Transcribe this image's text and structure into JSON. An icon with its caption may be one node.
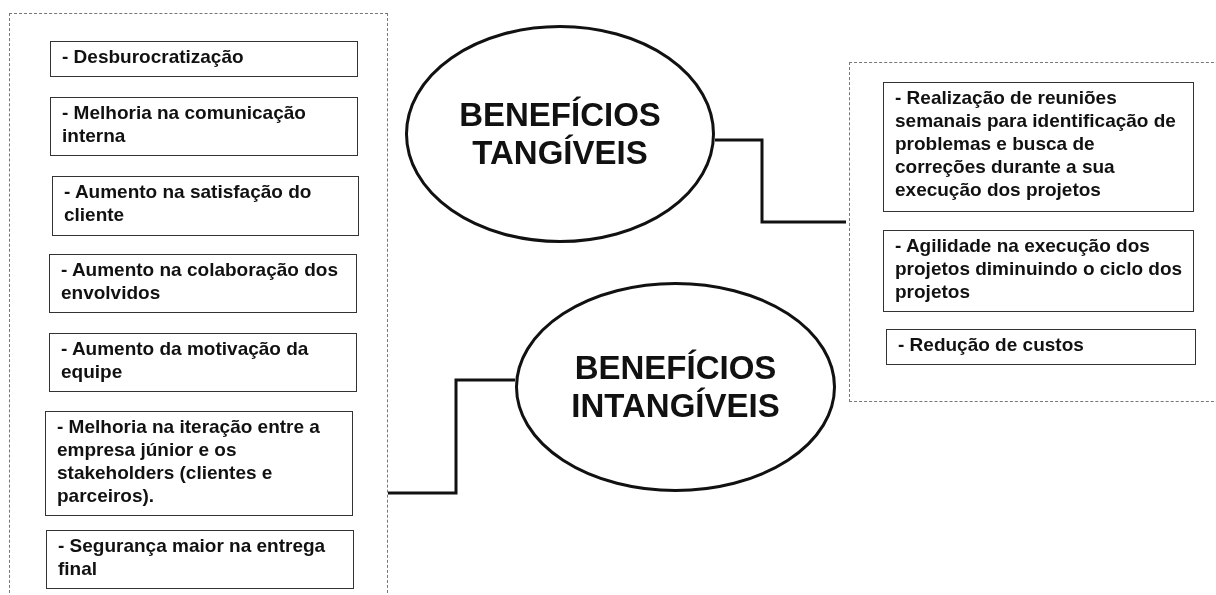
{
  "diagram": {
    "nodes": [
      {
        "text": [],
        "shape": "box"
      },
      {
        "text": [
          "- Desburocratização"
        ],
        "in": 0
      },
      {
        "text": [
          "- Melhoria na comunicação interna"
        ],
        "in": 0
      },
      {
        "text": [
          "- Aumento na satisfação do cliente"
        ],
        "in": 0
      },
      {
        "text": [
          "- Aumento na colaboração dos envolvidos"
        ],
        "in": 0
      },
      {
        "text": [
          "- Aumento da motivação da equipe"
        ],
        "in": 0
      },
      {
        "text": [
          "- Melhoria na iteração entre a empresa júnior e os stakeholders (clientes e parceiros)."
        ],
        "in": 0
      },
      {
        "text": [
          "- Segurança maior na entrega final"
        ],
        "in": 0
      },
      {
        "text": [
          "BENEFÍCIOS TANGÍVEIS"
        ]
      },
      {
        "text": [],
        "shape": "box"
      },
      {
        "text": [
          "- Realização de reuniões semanais para identificação de problemas e busca de correções durante a sua execução dos projetos"
        ],
        "in": 9
      },
      {
        "text": [
          "- Agilidade na execução dos projetos diminuindo o ciclo dos projetos"
        ],
        "in": 9
      },
      {
        "text": [
          "- Redução de custos"
        ],
        "in": 9
      },
      {
        "text": [
          "BENEFÍCIOS INTANGÍVEIS"
        ]
      }
    ],
    "edges": [
      {
        "from": 8,
        "to": 9,
        "arrow": "none"
      },
      {
        "from": 13,
        "to": 0,
        "arrow": "none"
      }
    ]
  }
}
